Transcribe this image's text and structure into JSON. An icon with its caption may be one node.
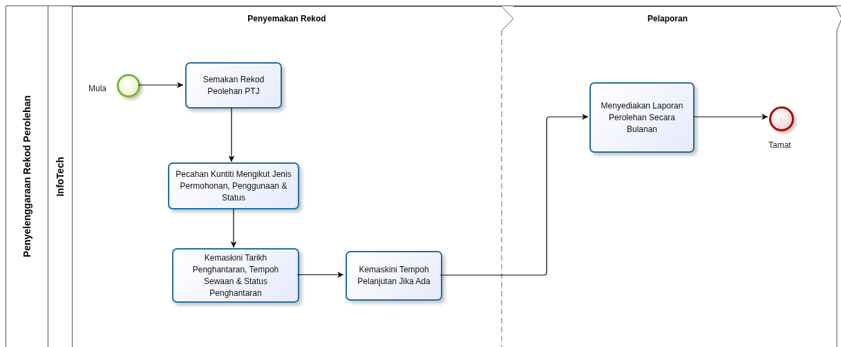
{
  "diagram": {
    "nodes": [
      {
        "text": [
          "Penyelenggaraan Rekod Perolehan"
        ]
      },
      {
        "text": [
          "InfoTech"
        ],
        "in": 0
      },
      {
        "text": [
          "Penyemakan Rekod"
        ],
        "in": 1
      },
      {
        "text": [
          "Pelaporan"
        ],
        "in": 1
      },
      {
        "text": [],
        "shape": "circle",
        "beside": [
          "Mula"
        ],
        "in": 2
      },
      {
        "text": [
          "Semakan Rekod Peolehan PTJ"
        ],
        "in": 2
      },
      {
        "text": [
          "Pecahan Kuntiti Mengikut Jenis Permohonan, Penggunaan & Status"
        ],
        "in": 2
      },
      {
        "text": [
          "Kemaskini Tarikh Penghantaran, Tempoh Sewaan & Status Penghantaran"
        ],
        "in": 2
      },
      {
        "text": [
          "Kemaskini Tempoh Pelanjutan Jika Ada"
        ],
        "in": 2
      },
      {
        "text": [
          "Menyediakan Laporan Perolehan Secara Bulanan"
        ],
        "in": 3
      },
      {
        "text": [],
        "shape": "circle",
        "beside": [
          "Tamat"
        ],
        "in": 3
      }
    ],
    "edges": [
      {
        "from": 4,
        "to": 5,
        "arrow": "to"
      },
      {
        "from": 5,
        "to": 6,
        "arrow": "to"
      },
      {
        "from": 6,
        "to": 7,
        "arrow": "to"
      },
      {
        "from": 7,
        "to": 8,
        "arrow": "to"
      },
      {
        "from": 8,
        "to": 9,
        "arrow": "to"
      },
      {
        "from": 9,
        "to": 10,
        "arrow": "to"
      }
    ]
  }
}
